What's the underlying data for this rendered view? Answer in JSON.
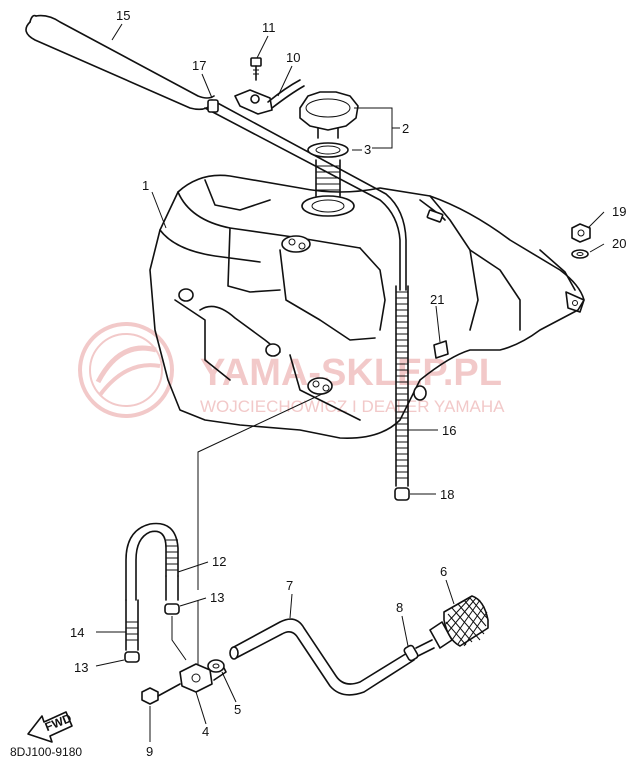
{
  "diagram": {
    "parts": [
      {
        "id": "part-1",
        "number": "1"
      },
      {
        "id": "part-2",
        "number": "2"
      },
      {
        "id": "part-3",
        "number": "3"
      },
      {
        "id": "part-4",
        "number": "4"
      },
      {
        "id": "part-5",
        "number": "5"
      },
      {
        "id": "part-6",
        "number": "6"
      },
      {
        "id": "part-7",
        "number": "7"
      },
      {
        "id": "part-8",
        "number": "8"
      },
      {
        "id": "part-9",
        "number": "9"
      },
      {
        "id": "part-10",
        "number": "10"
      },
      {
        "id": "part-11",
        "number": "11"
      },
      {
        "id": "part-12",
        "number": "12"
      },
      {
        "id": "part-13a",
        "number": "13"
      },
      {
        "id": "part-13b",
        "number": "13"
      },
      {
        "id": "part-14",
        "number": "14"
      },
      {
        "id": "part-15",
        "number": "15"
      },
      {
        "id": "part-16",
        "number": "16"
      },
      {
        "id": "part-17",
        "number": "17"
      },
      {
        "id": "part-18",
        "number": "18"
      },
      {
        "id": "part-19",
        "number": "19"
      },
      {
        "id": "part-20",
        "number": "20"
      },
      {
        "id": "part-21",
        "number": "21"
      }
    ],
    "fwd_label": "FWD",
    "drawing_code": "8DJ100-9180",
    "watermark": {
      "main": "YAMA-SKLEP.PL",
      "sub": "WOJCIECHOWICZ I DEALER YAMAHA"
    }
  }
}
